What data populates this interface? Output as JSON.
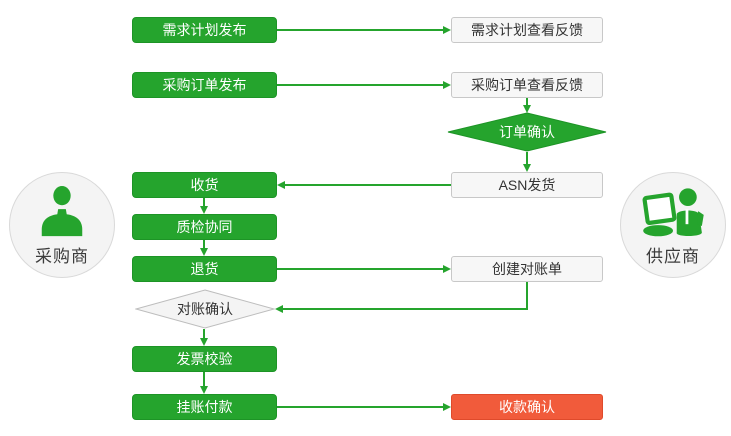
{
  "colors": {
    "green": "#25a42d",
    "green_dark": "#1d9426",
    "red": "#f15b3b",
    "red_dark": "#df4a2b",
    "node_gray_fill": "#f7f7f7",
    "node_gray_border": "#c8c8c8",
    "diamond_gray_fill": "#f4f4f4",
    "diamond_gray_border": "#bdbdbd",
    "circle_fill": "#f4f4f4",
    "circle_border": "#d9d9d9",
    "text_dark": "#333333",
    "text_light": "#ffffff"
  },
  "actors": {
    "buyer": {
      "label": "采购商"
    },
    "supplier": {
      "label": "供应商"
    }
  },
  "nodes": {
    "demand_publish": {
      "label": "需求计划发布"
    },
    "demand_feedback": {
      "label": "需求计划查看反馈"
    },
    "po_publish": {
      "label": "采购订单发布"
    },
    "po_feedback": {
      "label": "采购订单查看反馈"
    },
    "order_confirm": {
      "label": "订单确认"
    },
    "receive": {
      "label": "收货"
    },
    "asn_ship": {
      "label": "ASN发货"
    },
    "quality_collab": {
      "label": "质检协同"
    },
    "return_goods": {
      "label": "退货"
    },
    "create_statement": {
      "label": "创建对账单"
    },
    "recon_confirm": {
      "label": "对账确认"
    },
    "invoice_check": {
      "label": "发票校验"
    },
    "payment": {
      "label": "挂账付款"
    },
    "receipt_confirm": {
      "label": "收款确认"
    }
  }
}
